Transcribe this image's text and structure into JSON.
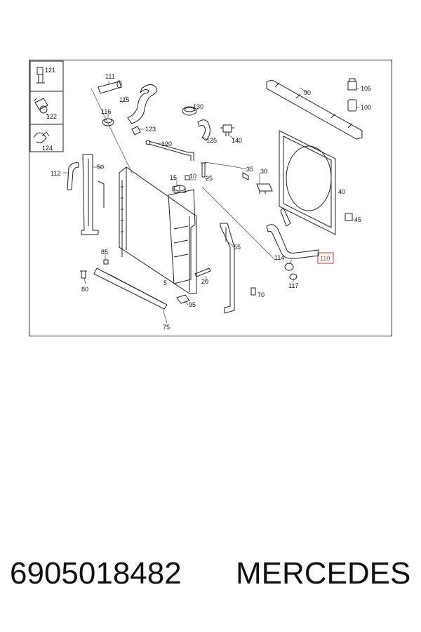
{
  "diagram": {
    "highlight_color": "#c0392b",
    "callouts": {
      "c121": "121",
      "c122": "122",
      "c124": "124",
      "c111": "111",
      "c115": "115",
      "c116": "116",
      "c123": "123",
      "c120": "120",
      "c130": "130",
      "c125": "125",
      "c140": "140",
      "c90": "90",
      "c105": "105",
      "c100": "100",
      "c112": "112",
      "c50": "50",
      "c15": "15",
      "c10": "10",
      "c25": "25",
      "c35": "35",
      "c30": "30",
      "c40": "40",
      "c45": "45",
      "c110": "110",
      "c114": "114",
      "c117": "117",
      "c85": "85",
      "c80": "80",
      "c5": "5",
      "c20": "20",
      "c55": "55",
      "c70": "70",
      "c95": "95",
      "c75": "75"
    }
  },
  "footer": {
    "part_number": "6905018482",
    "brand": "MERCEDES"
  }
}
